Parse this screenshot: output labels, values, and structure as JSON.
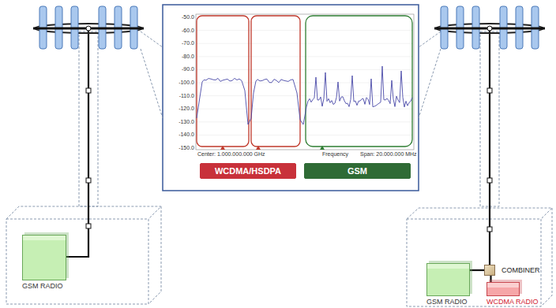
{
  "diagram": {
    "nodes": [
      {
        "text": [
          "GSM RADIO"
        ]
      },
      {
        "text": [
          "WCDMA/HSDPA"
        ]
      },
      {
        "text": [
          "GSM"
        ]
      },
      {
        "text": [
          "COMBINER"
        ]
      },
      {
        "text": [
          "GSM RADIO"
        ]
      },
      {
        "text": [
          "WCDMA RADIO"
        ]
      }
    ],
    "edges": [
      {
        "from": 3,
        "to": 4,
        "arrow": "none"
      },
      {
        "from": 3,
        "to": 5,
        "arrow": "none"
      }
    ],
    "labels": [
      "-50.0",
      "-60.0",
      "-70.0",
      "-80.0",
      "-90.0",
      "-100.0",
      "-110.0",
      "-120.0",
      "-130.0",
      "-140.0",
      "-150.0",
      "Center: 1.000.000.000 GHz",
      "Frequency",
      "Span: 20.000.000 MHz"
    ]
  }
}
